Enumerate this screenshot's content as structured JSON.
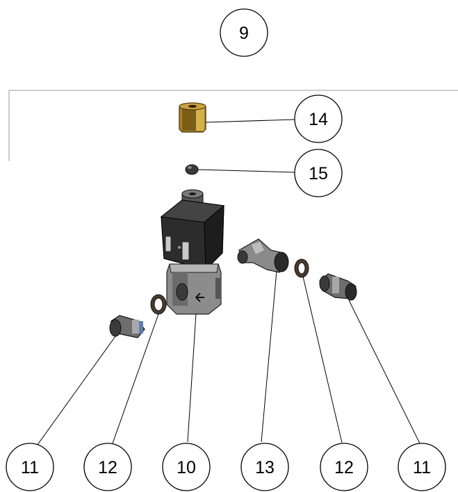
{
  "diagram": {
    "assembly_number": "9",
    "balloons": {
      "nut": "14",
      "ball": "15",
      "valve_body": "10",
      "left_fitting": "11",
      "left_seal": "12",
      "elbow": "13",
      "right_seal": "12",
      "right_fitting": "11"
    }
  },
  "colors": {
    "brass": "#b8912f",
    "dark_part": "#2a2a2a",
    "metal": "#8a8a8a",
    "frame": "#9a9a9a"
  }
}
